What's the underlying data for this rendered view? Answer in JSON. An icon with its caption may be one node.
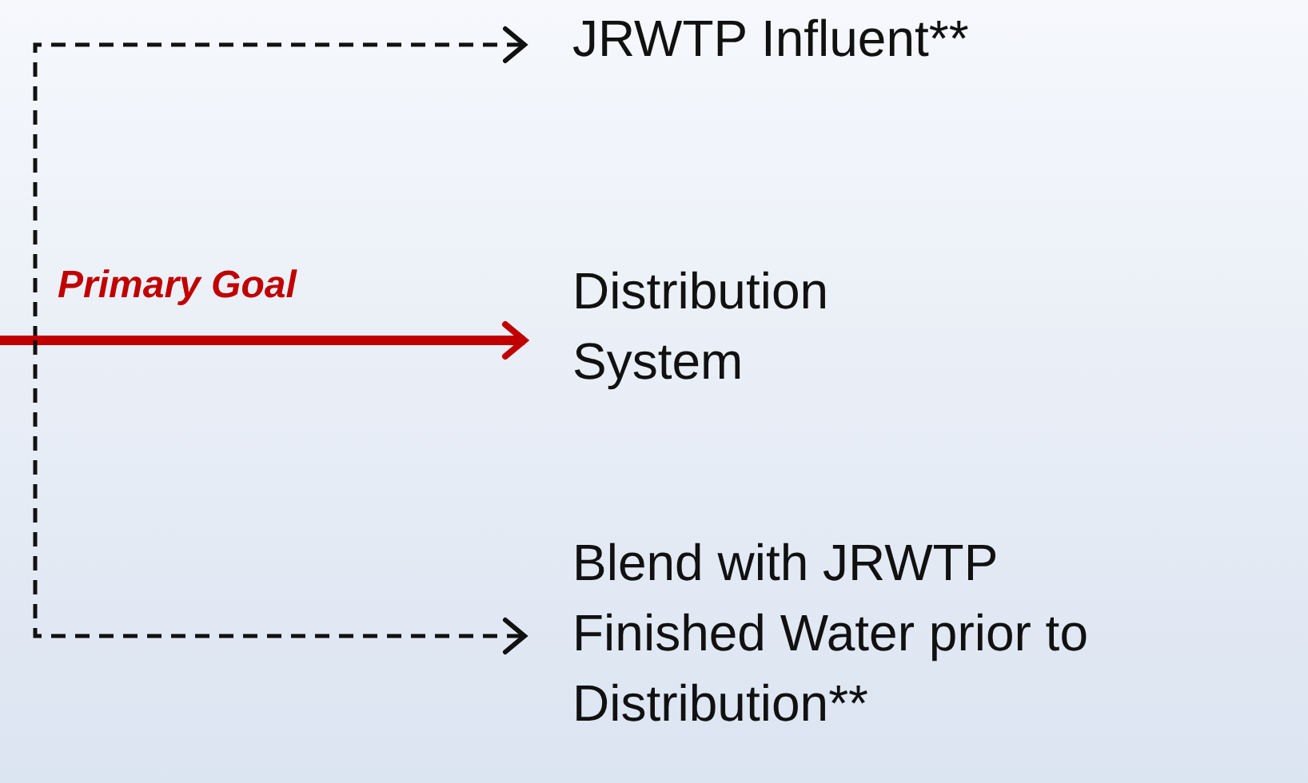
{
  "diagram": {
    "nodes": [
      {
        "text": [
          "JRWTP Influent**"
        ]
      },
      {
        "text": [
          "Distribution System"
        ]
      },
      {
        "text": [
          "Blend with JRWTP Finished Water prior to Distribution**"
        ]
      }
    ],
    "edges": [
      {
        "from": null,
        "to": 0,
        "arrow": "to",
        "style": "dashed"
      },
      {
        "from": null,
        "to": 1,
        "arrow": "to",
        "label": "Primary Goal",
        "style": "thick",
        "color": "#c00000"
      },
      {
        "from": null,
        "to": 2,
        "arrow": "to",
        "style": "dashed"
      }
    ]
  }
}
